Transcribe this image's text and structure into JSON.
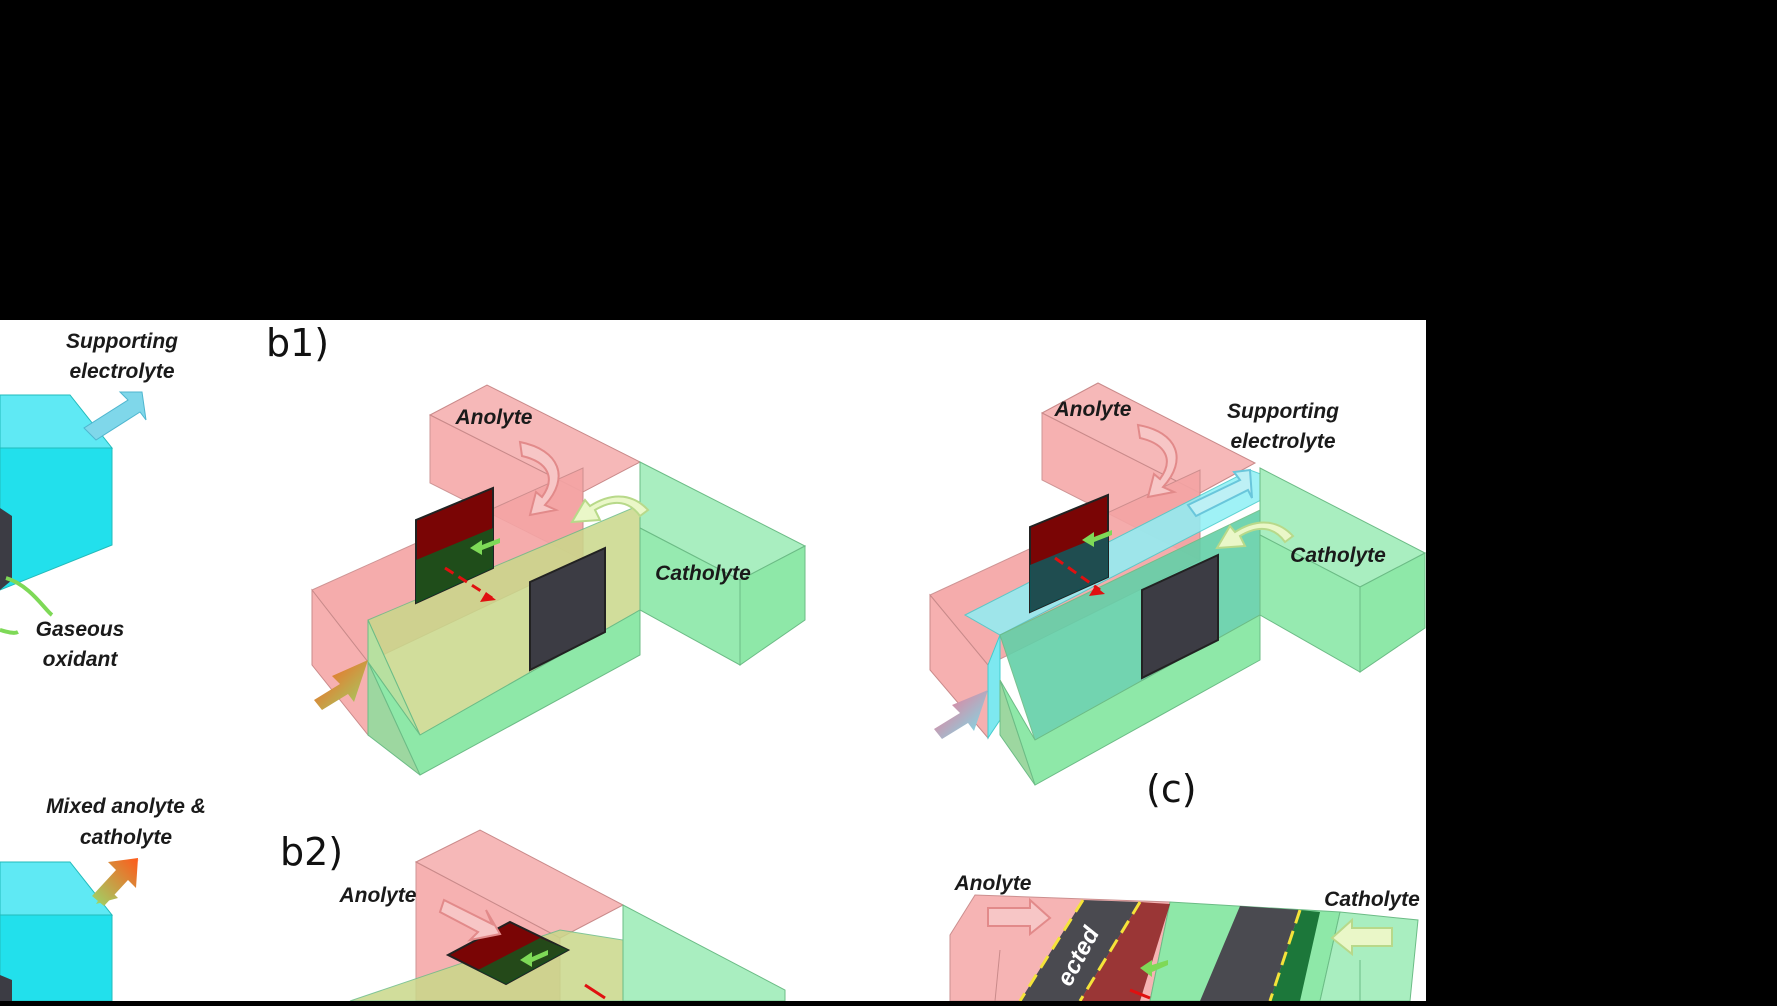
{
  "panels": {
    "b1": "b1)",
    "b2": "b2)",
    "c": "(c)"
  },
  "left_column": {
    "supporting_line1": "Supporting",
    "supporting_line2": "electrolyte",
    "gaseous_line1": "Gaseous",
    "gaseous_line2": "oxidant",
    "mixed_line1": "Mixed anolyte &",
    "mixed_line2": "catholyte"
  },
  "b1": {
    "anolyte": "Anolyte",
    "catholyte": "Catholyte"
  },
  "b1_right": {
    "anolyte": "Anolyte",
    "supporting_line1": "Supporting",
    "supporting_line2": "electrolyte",
    "catholyte": "Catholyte"
  },
  "b2": {
    "anolyte": "Anolyte"
  },
  "c": {
    "anolyte": "Anolyte",
    "catholyte": "Catholyte",
    "band_text": "ected"
  },
  "colors": {
    "background": "#000000",
    "canvas": "#ffffff",
    "anolyte": "#f7a5a5",
    "catholyte": "#8ee8a8",
    "supporting": "#55e8f2",
    "electrode": "#3c3c44",
    "electrode_red": "#7a0505",
    "electrode_green": "#0f5a1e"
  },
  "icons": [
    "anolyte-inflow-arrow",
    "catholyte-inflow-arrow",
    "supporting-inflow-arrow",
    "mixed-outflow-arrow",
    "ion-flow-arrow"
  ]
}
